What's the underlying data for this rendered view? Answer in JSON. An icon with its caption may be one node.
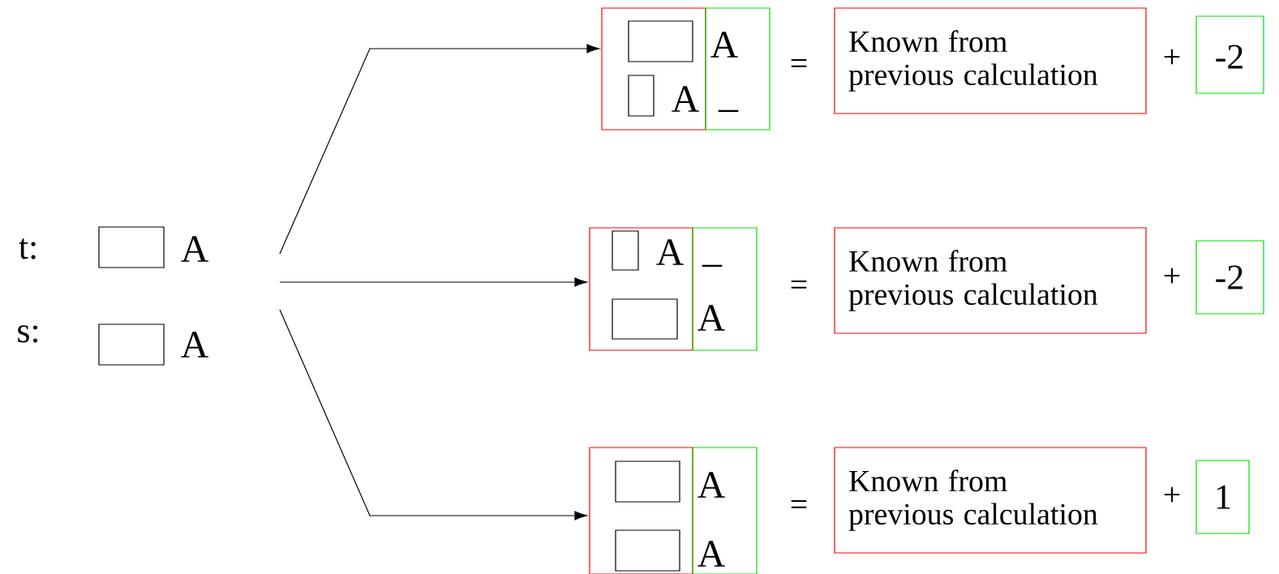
{
  "diagram": {
    "nodes": [
      {
        "text": [],
        "shape": "box"
      },
      {
        "text": [],
        "shape": "box"
      },
      {
        "text": [
          "A"
        ]
      },
      {
        "text": [],
        "shape": "box",
        "in": 2
      },
      {
        "text": [],
        "shape": "box",
        "in": 2
      },
      {
        "text": [
          "A",
          "_"
        ]
      },
      {
        "text": [
          "Known from previous calculation"
        ]
      },
      {
        "text": [
          "-2"
        ]
      },
      {
        "text": [
          "A"
        ]
      },
      {
        "text": [],
        "shape": "box",
        "in": 8
      },
      {
        "text": [],
        "shape": "box",
        "in": 8
      },
      {
        "text": [
          "_",
          "A"
        ]
      },
      {
        "text": [
          "Known from previous calculation"
        ]
      },
      {
        "text": [
          "-2"
        ]
      },
      {
        "text": [],
        "shape": "box"
      },
      {
        "text": [],
        "shape": "box",
        "in": 14
      },
      {
        "text": [],
        "shape": "box",
        "in": 14
      },
      {
        "text": [
          "A",
          "A"
        ]
      },
      {
        "text": [
          "Known from previous calculation"
        ]
      },
      {
        "text": [
          "1"
        ]
      }
    ],
    "edges": [
      {
        "from": null,
        "to": 2,
        "arrow": "to"
      },
      {
        "from": null,
        "to": 8,
        "arrow": "to"
      },
      {
        "from": null,
        "to": 14,
        "arrow": "to"
      }
    ],
    "labels": [
      "t:",
      "A",
      "s:",
      "A",
      "=",
      "+",
      "=",
      "+",
      "=",
      "+"
    ]
  }
}
